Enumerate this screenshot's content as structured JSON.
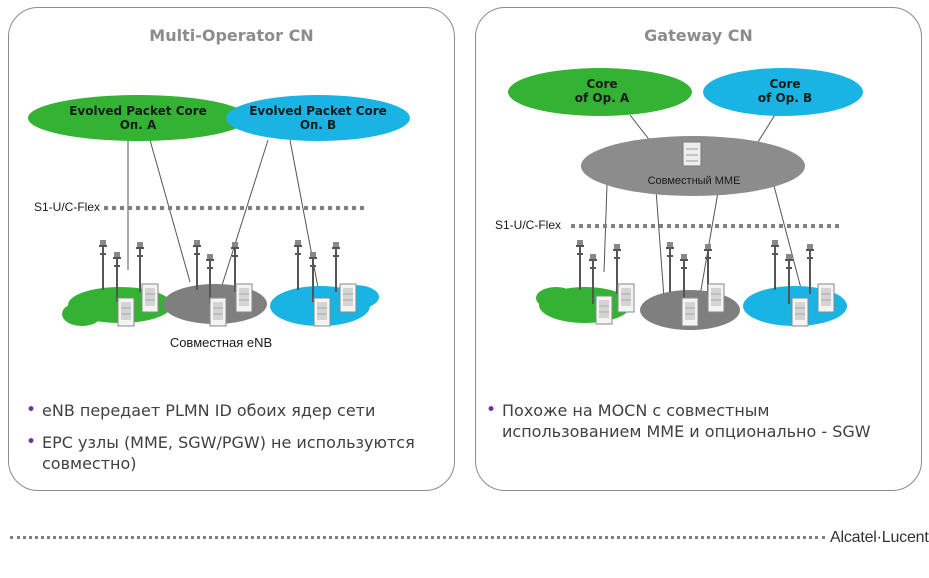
{
  "left": {
    "title": "Multi-Operator CN",
    "core_a": [
      "Evolved Packet Core",
      "Оп. A"
    ],
    "core_b": [
      "Evolved Packet Core",
      "Оп. B"
    ],
    "flex_label": "S1-U/C-Flex",
    "enb_label": "Совместная eNB",
    "bullets": [
      "eNB передает PLMN ID обоих ядер сети",
      "EPC узлы (MME, SGW/PGW) не используются совместно)"
    ]
  },
  "right": {
    "title": "Gateway CN",
    "core_a": [
      "Core",
      "of Op. A"
    ],
    "core_b": [
      "Core",
      "of Op. B"
    ],
    "mme_label": "Совместный MME",
    "flex_label": "S1-U/C-Flex",
    "bullets": [
      "Похоже на MOCN с совместным использованием MME и опционально - SGW"
    ]
  },
  "footer": {
    "brand": "Alcatel·Lucent"
  },
  "colors": {
    "green": "#33b233",
    "cyan": "#19b4e3",
    "gray": "#8c8c8c",
    "bullet": "#7030a0"
  }
}
